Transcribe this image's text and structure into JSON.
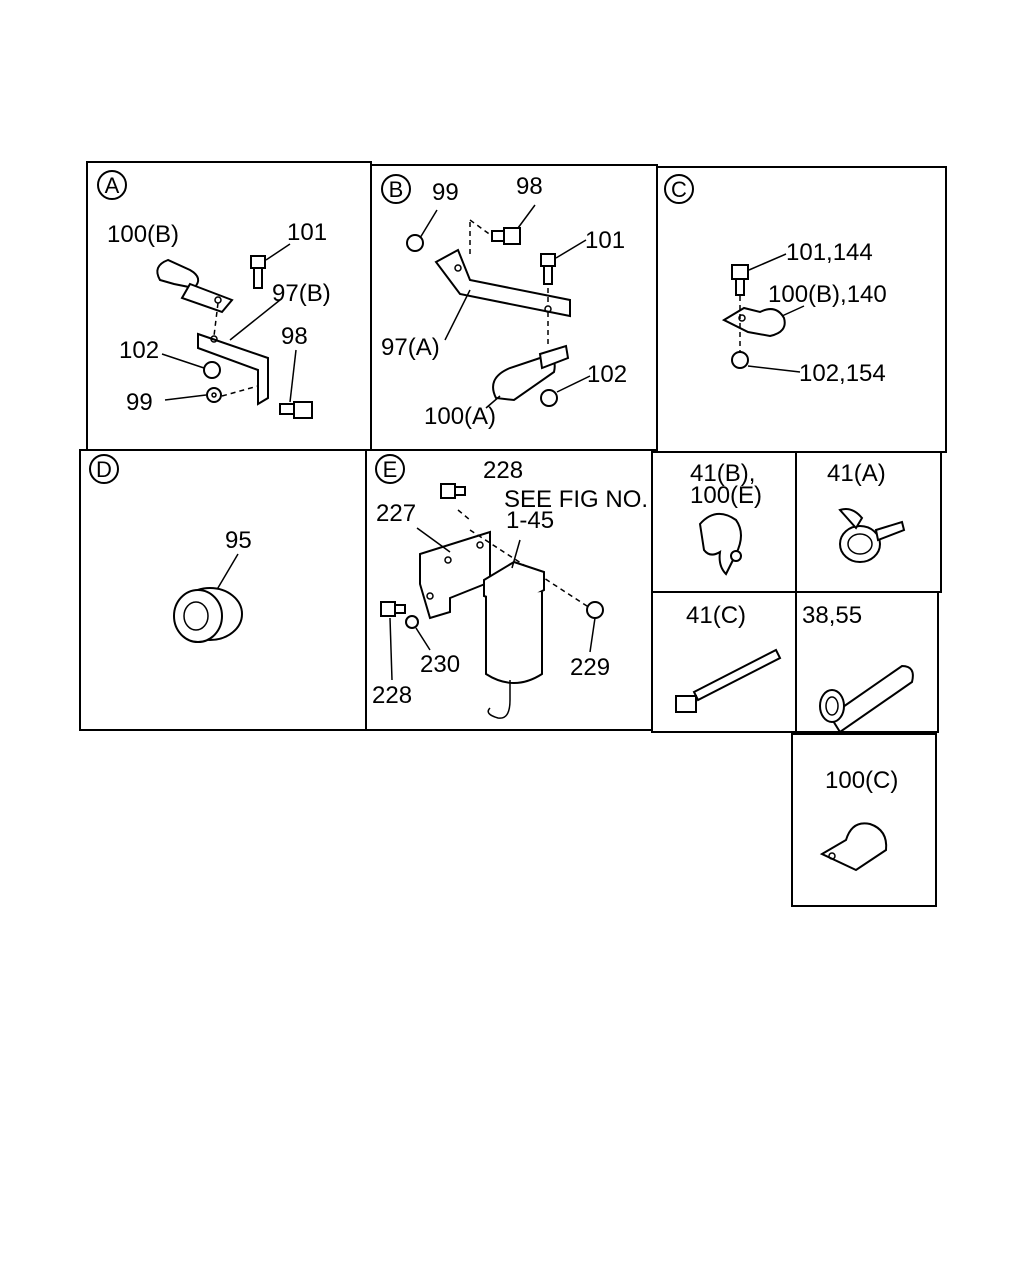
{
  "sections": {
    "a": {
      "letter": "A",
      "labels": [
        "100(B)",
        "101",
        "97(B)",
        "98",
        "102",
        "99"
      ]
    },
    "b": {
      "letter": "B",
      "labels": [
        "99",
        "98",
        "101",
        "97(A)",
        "102",
        "100(A)"
      ]
    },
    "c": {
      "letter": "C",
      "labels": [
        "101,144",
        "100(B),140",
        "102,154"
      ]
    },
    "d": {
      "letter": "D",
      "labels": [
        "95"
      ]
    },
    "e": {
      "letter": "E",
      "labels": [
        "228",
        "SEE FIG NO.",
        "1-45",
        "227",
        "230",
        "229",
        "228"
      ]
    }
  },
  "small_parts": {
    "clamp_41b": {
      "labels": [
        "41(B),",
        "100(E)"
      ]
    },
    "clamp_41a": {
      "labels": [
        "41(A)"
      ]
    },
    "tie_41c": {
      "labels": [
        "41(C)"
      ]
    },
    "tube": {
      "labels": [
        "38,55"
      ]
    },
    "clip_100c": {
      "labels": [
        "100(C)"
      ]
    }
  }
}
